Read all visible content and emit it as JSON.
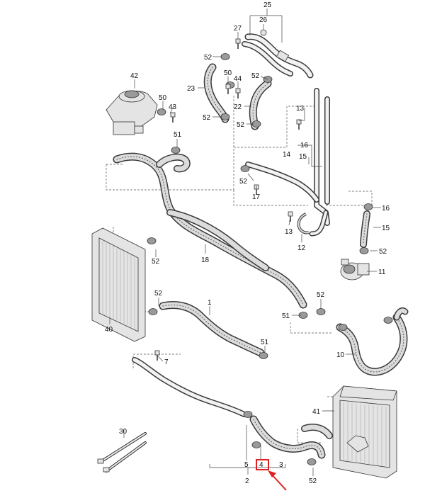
{
  "labels": {
    "p1": "1",
    "p2": "2",
    "p3": "3",
    "p4": "4",
    "p5": "5",
    "p7": "7",
    "p10": "10",
    "p11": "11",
    "p12": "12",
    "p13a": "13",
    "p13b": "13",
    "p14": "14",
    "p15a": "15",
    "p15b": "15",
    "p16a": "16",
    "p16b": "16",
    "p17": "17",
    "p18": "18",
    "p22": "22",
    "p23": "23",
    "p25": "25",
    "p26": "26",
    "p27": "27",
    "p30": "30",
    "p40": "40",
    "p41": "41",
    "p42": "42",
    "p43": "43",
    "p44": "44",
    "p50a": "50",
    "p50b": "50",
    "p51a": "51",
    "p51b": "51",
    "p51c": "51",
    "p52a": "52",
    "p52b": "52",
    "p52c": "52",
    "p52d": "52",
    "p52e": "52",
    "p52f": "52",
    "p52g": "52",
    "p52h": "52",
    "p52i": "52",
    "p52j": "52"
  },
  "highlight": {
    "color": "#e02020",
    "part": "4"
  }
}
